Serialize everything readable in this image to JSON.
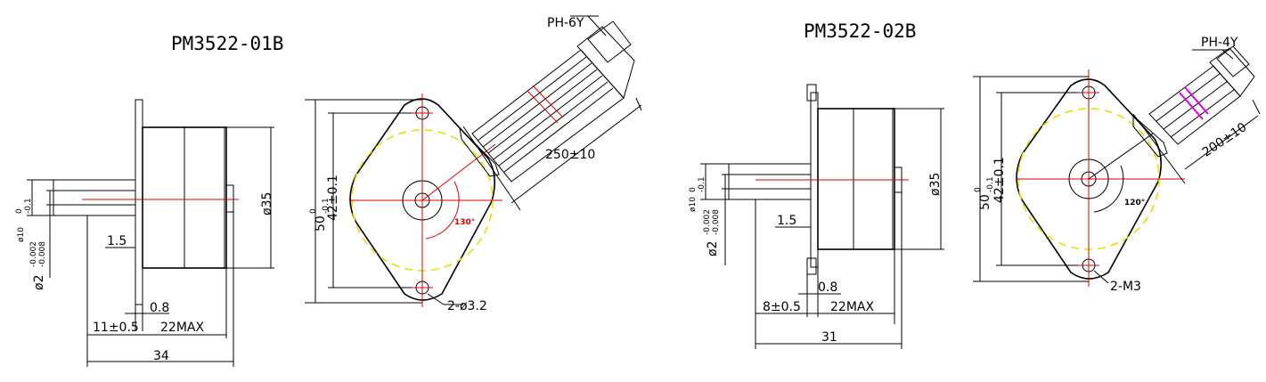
{
  "left": {
    "title": "PM3522-01B",
    "connector": "PH-6Y",
    "dims": {
      "shaft_dia": "ø10",
      "shaft_dia_tol_top": "0",
      "shaft_dia_tol_bot": "-0.1",
      "pin_dia": "ø2",
      "pin_dia_tol_top": "-0.002",
      "pin_dia_tol_bot": "-0.008",
      "flange_gap": "1.5",
      "flange_thk": "0.8",
      "shaft_len": "11±0.5",
      "body_len": "22MAX",
      "total_len": "34",
      "body_dia": "ø35",
      "height": "50",
      "height_tol_top": "0",
      "height_tol_bot": "-0.1",
      "hole_pitch": "42±0.1",
      "angle": "130°",
      "holes": "2-ø3.2",
      "cable_len": "250±10"
    }
  },
  "right": {
    "title": "PM3522-02B",
    "connector": "PH-4Y",
    "dims": {
      "shaft_dia": "ø10",
      "shaft_dia_tol_top": "0",
      "shaft_dia_tol_bot": "-0.1",
      "pin_dia": "ø2",
      "pin_dia_tol_top": "-0.002",
      "pin_dia_tol_bot": "-0.008",
      "flange_gap": "1.5",
      "flange_thk": "0.8",
      "shaft_len": "8±0.5",
      "body_len": "22MAX",
      "total_len": "31",
      "body_dia": "ø35",
      "height": "50",
      "height_tol_top": "0",
      "height_tol_bot": "-0.1",
      "hole_pitch": "42±0.1",
      "angle": "120°",
      "holes": "2-M3",
      "cable_len": "200±10"
    }
  }
}
